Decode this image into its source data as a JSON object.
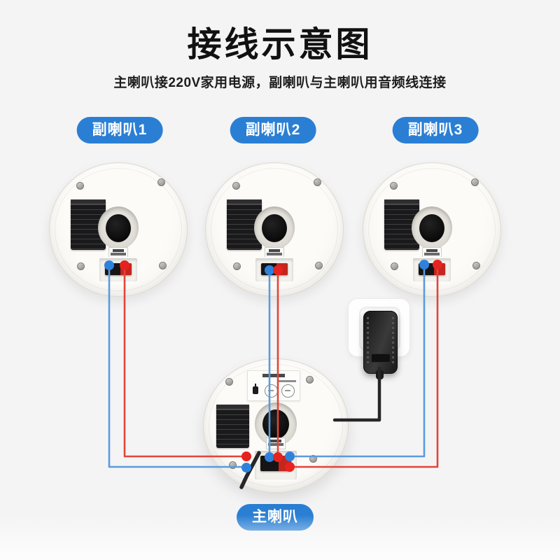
{
  "title": "接线示意图",
  "subtitle": "主喇叭接220V家用电源，副喇叭与主喇叭用音频线连接",
  "labels": {
    "sub1": "副喇叭1",
    "sub2": "副喇叭2",
    "sub3": "副喇叭3",
    "main": "主喇叭"
  },
  "colors": {
    "badge_blue": "#2a7fd4",
    "wire_blue": "#5b9bdd",
    "wire_red": "#e2453a",
    "dot_blue": "#2e82dc",
    "dot_red": "#e7231f",
    "cable_black": "#262626",
    "background": "#f4f4f5"
  }
}
